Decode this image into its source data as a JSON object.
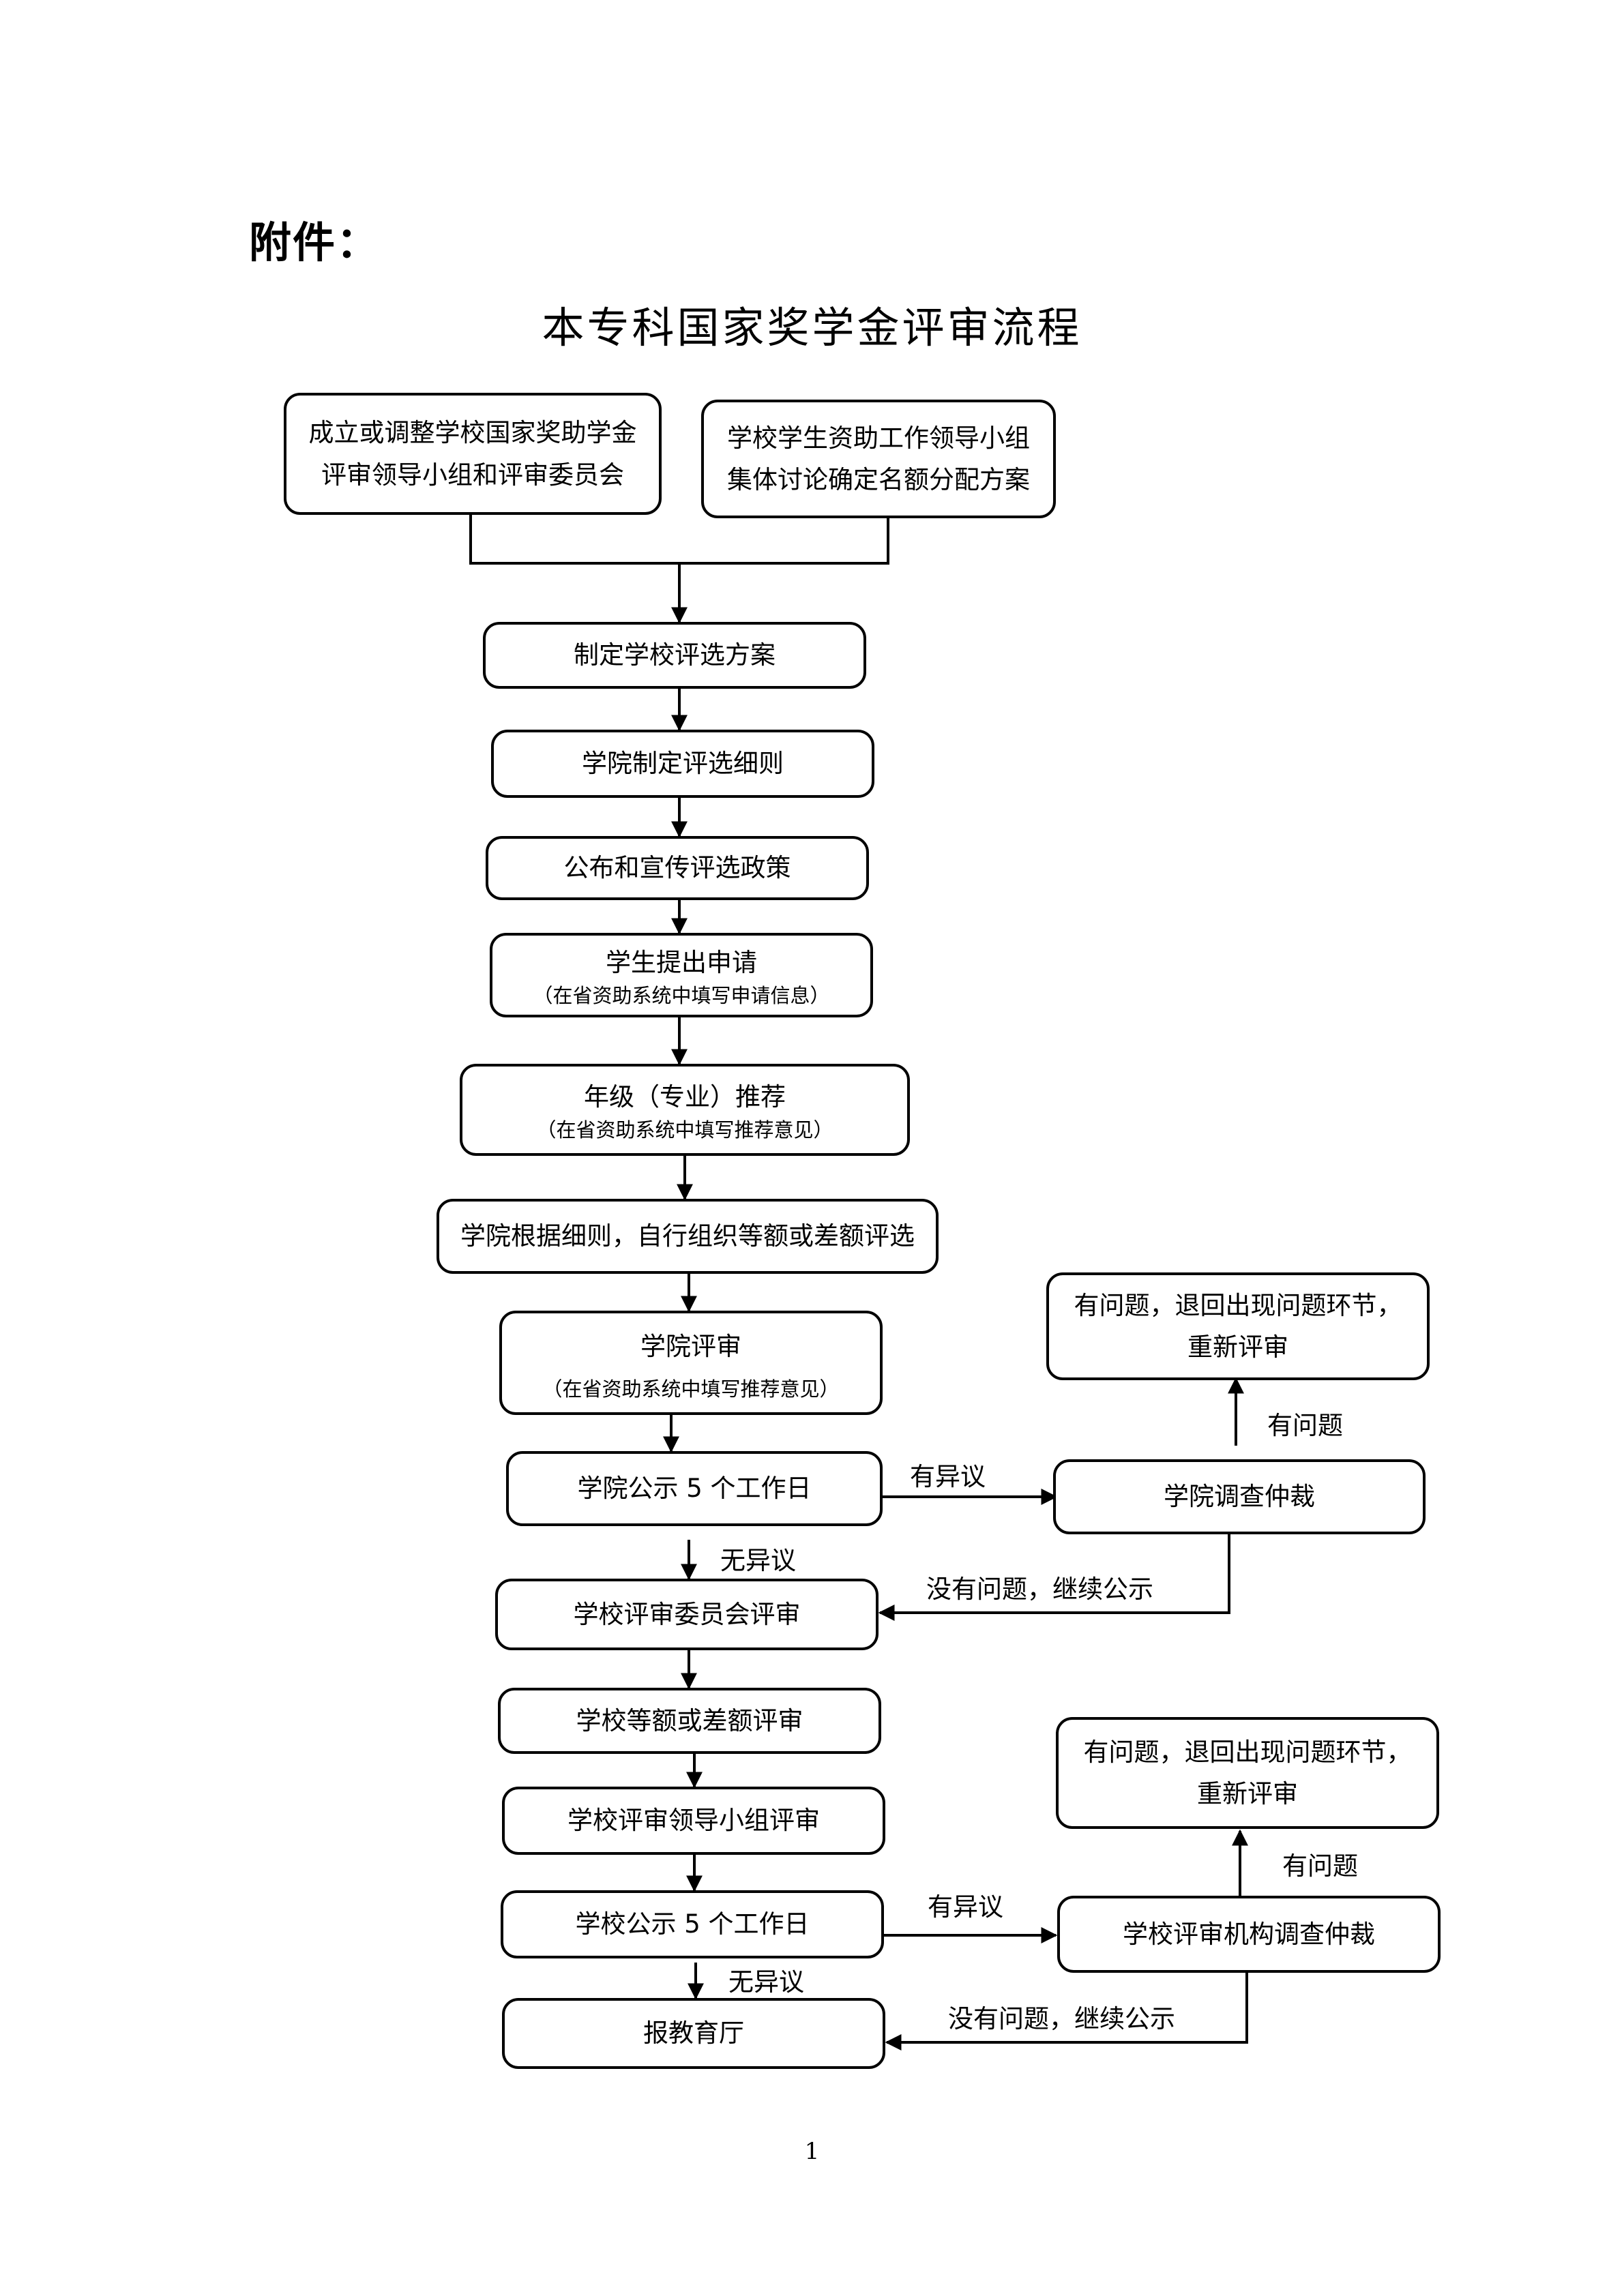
{
  "header": {
    "attachment_label": "附件："
  },
  "title": "本专科国家奖学金评审流程",
  "nodes": {
    "leadership_group": "成立或调整学校国家奖助学金\n评审领导小组和评审委员会",
    "funding_group": "学校学生资助工作领导小组\n集体讨论确定名额分配方案",
    "school_plan": "制定学校评选方案",
    "college_rules": "学院制定评选细则",
    "publicize": "公布和宣传评选政策",
    "student_apply": {
      "main": "学生提出申请",
      "sub": "（在省资助系统中填写申请信息）"
    },
    "grade_recommend": {
      "main": "年级（专业）推荐",
      "sub": "（在省资助系统中填写推荐意见）"
    },
    "college_select": "学院根据细则，自行组织等额或差额评选",
    "college_review": {
      "main": "学院评审",
      "sub": "（在省资助系统中填写推荐意见）"
    },
    "college_publicity": "学院公示 5 个工作日",
    "college_arbitration": "学院调查仲裁",
    "college_return": "有问题，退回出现问题环节，\n重新评审",
    "committee_review": "学校评审委员会评审",
    "school_select": "学校等额或差额评审",
    "leader_review": "学校评审领导小组评审",
    "school_publicity": "学校公示 5 个工作日",
    "school_arbitration": "学校评审机构调查仲裁",
    "school_return": "有问题，退回出现问题环节，\n重新评审",
    "report": "报教育厅"
  },
  "edge_labels": {
    "college_objection": "有异议",
    "college_no_objection": "无异议",
    "college_problem": "有问题",
    "college_ok": "没有问题，继续公示",
    "school_objection": "有异议",
    "school_no_objection": "无异议",
    "school_problem": "有问题",
    "school_ok": "没有问题，继续公示"
  },
  "page_number": "1"
}
